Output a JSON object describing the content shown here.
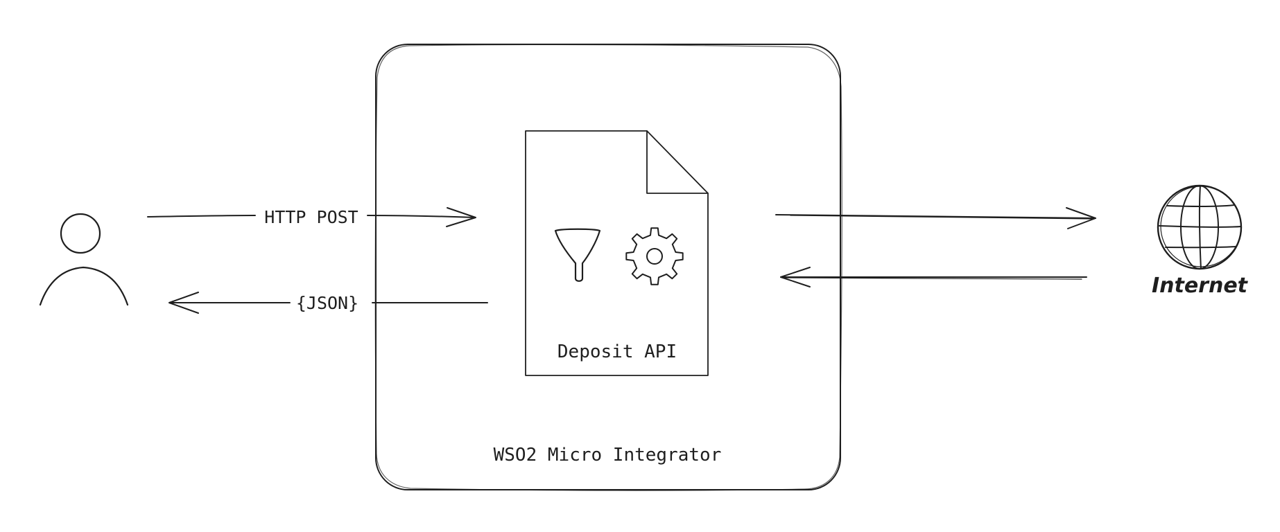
{
  "diagram": {
    "container_label": "WSO2 Micro Integrator",
    "api_label": "Deposit API",
    "request_label": "HTTP POST",
    "response_label": "{JSON}",
    "internet_label": "Internet",
    "icons": [
      "user-icon",
      "filter-icon",
      "gear-icon",
      "document-icon",
      "globe-icon"
    ],
    "stroke_color": "#1e1e1e",
    "background": "#ffffff"
  }
}
